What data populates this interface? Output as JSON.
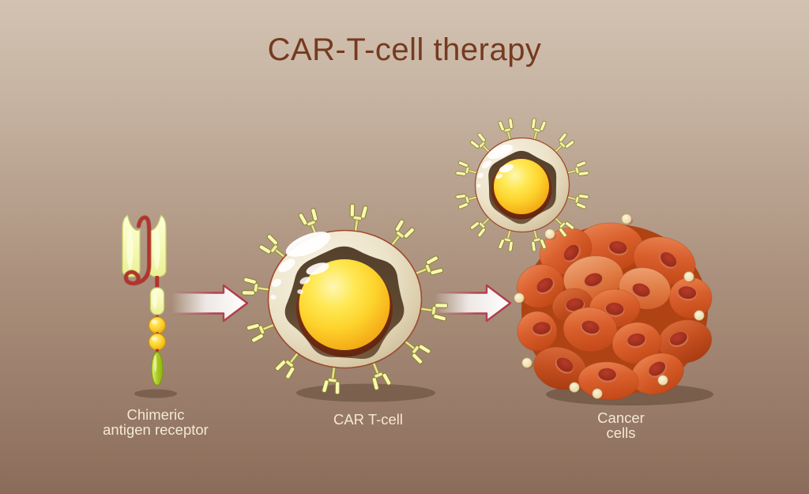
{
  "title": "CAR-T-cell therapy",
  "labels": {
    "receptor_line1": "Chimeric",
    "receptor_line2": "antigen receptor",
    "car_t_cell": "CAR T-cell",
    "cancer_line1": "Cancer",
    "cancer_line2": "cells"
  },
  "colors": {
    "background_top": "#d3c2b2",
    "background_bottom": "#8b6c5a",
    "title_text": "#763a20",
    "label_text": "#f3e8d6",
    "receptor_domain_yellow": "#f6f9ae",
    "receptor_linker_red": "#b2342b",
    "costimulatory_gold": "#f8c822",
    "signaling_green": "#a3c41f",
    "arrow_fill": "#ffffff",
    "arrow_outline": "#b23648",
    "cell_membrane_cream": "#ebe2c8",
    "cell_outline": "#9c4a2e",
    "cytoplasm_dark_brown": "#4f3a26",
    "nucleus_yellow": "#ffe852",
    "nucleus_orange": "#ef9f13",
    "cancer_cell_orange": "#d95f2d",
    "cancer_nucleus_red": "#9c2e1d",
    "antigen_dot_cream": "#f5ebcd",
    "shadow_brown": "#5b4331"
  }
}
